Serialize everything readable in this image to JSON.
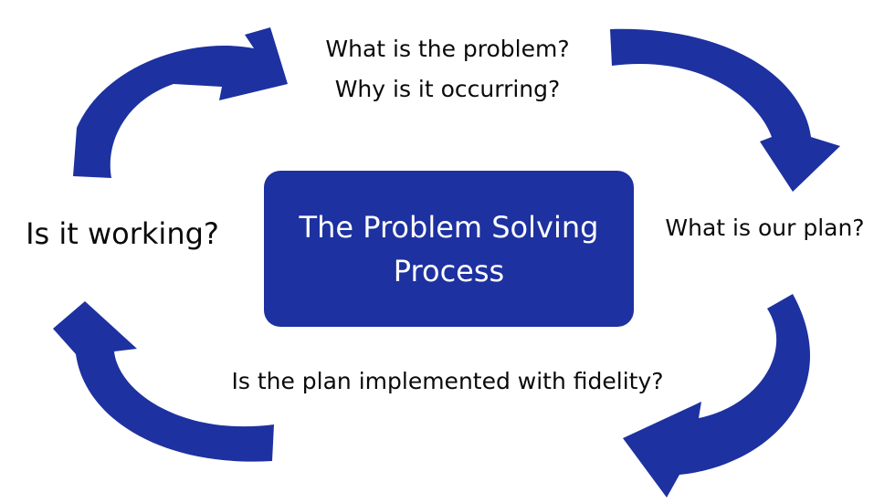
{
  "diagram": {
    "center_title": "The Problem Solving Process",
    "steps": {
      "problem_line1": "What is the problem?",
      "problem_line2": "Why is it occurring?",
      "plan": "What is our plan?",
      "fidelity": "Is the plan implemented with fidelity?",
      "working": "Is it working?"
    },
    "colors": {
      "accent": "#1d31a0",
      "text": "#0a0a0a",
      "background": "#ffffff"
    },
    "arrows": [
      {
        "from": "working",
        "to": "problem",
        "icon": "curved-arrow-icon"
      },
      {
        "from": "problem",
        "to": "plan",
        "icon": "curved-arrow-icon"
      },
      {
        "from": "plan",
        "to": "fidelity",
        "icon": "curved-arrow-icon"
      },
      {
        "from": "fidelity",
        "to": "working",
        "icon": "curved-arrow-icon"
      }
    ]
  }
}
